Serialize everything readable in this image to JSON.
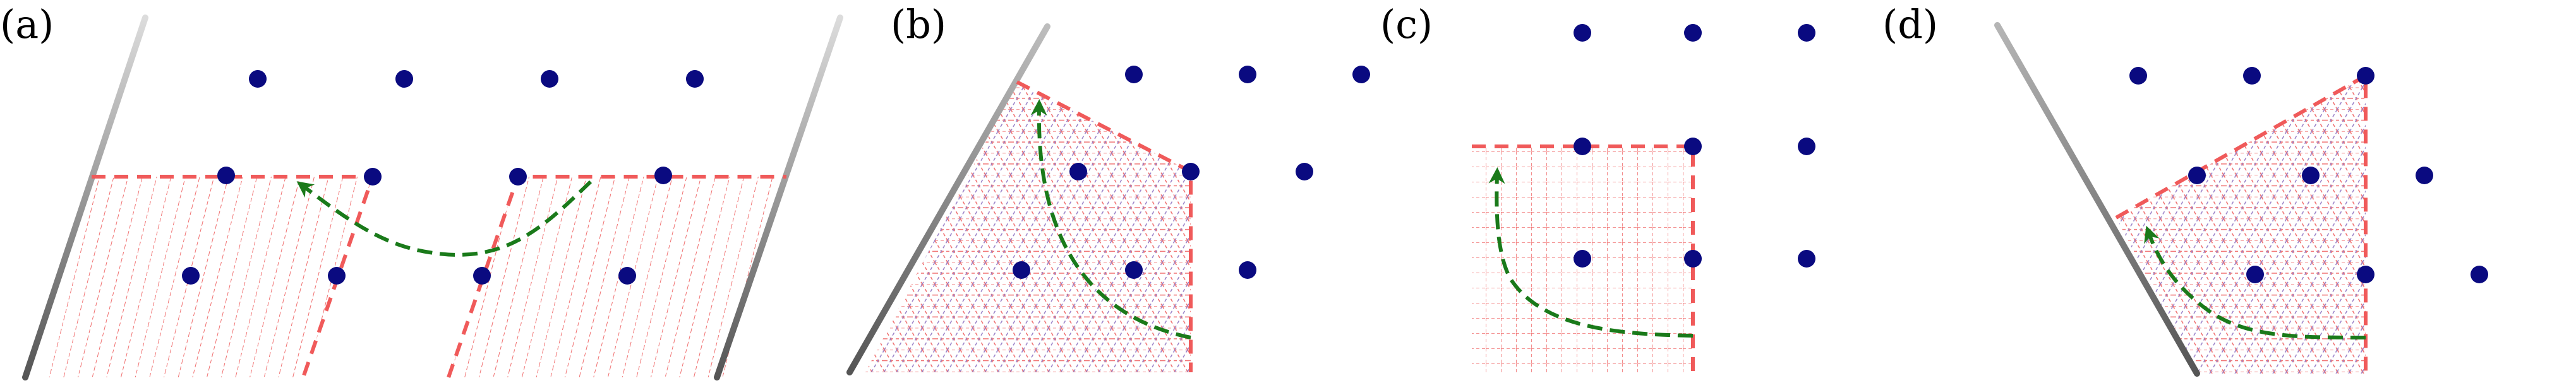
{
  "figure": {
    "panels": [
      {
        "id": "a",
        "label": "(a)"
      },
      {
        "id": "b",
        "label": "(b)"
      },
      {
        "id": "c",
        "label": "(c)"
      },
      {
        "id": "d",
        "label": "(d)"
      }
    ]
  },
  "colors": {
    "background": "#ffffff",
    "lattice_point": "#0a0a80",
    "cut_boundary": "#f05a5a",
    "hatch": "#f07070",
    "hatch_secondary": "#9a82c8",
    "arrow": "#1a7a1a",
    "wall_dark": "#5a5a5a",
    "wall_light": "#d6d6d6"
  },
  "icons": {
    "lattice_point": "filled-circle",
    "transport_arrow": "dashed-arrow",
    "boundary_wall": "gradient-line"
  }
}
